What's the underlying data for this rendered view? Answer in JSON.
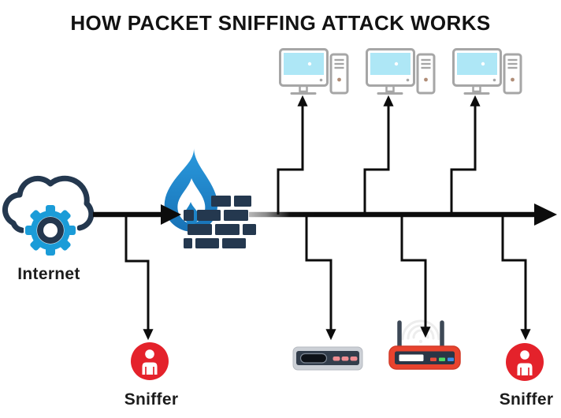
{
  "title": "HOW PACKET SNIFFING ATTACK WORKS",
  "labels": {
    "internet": "Internet",
    "sniffer_left": "Sniffer",
    "sniffer_right": "Sniffer"
  },
  "icons": {
    "internet": "cloud-gear-icon",
    "firewall": "firewall-flame-brick-icon",
    "workstations": [
      "desktop-computer-icon",
      "desktop-computer-icon",
      "desktop-computer-icon"
    ],
    "switch": "network-switch-icon",
    "router": "wifi-router-icon",
    "sniffer_left": "attacker-person-icon",
    "sniffer_right": "attacker-person-icon"
  },
  "colors": {
    "background": "#ffffff",
    "line_black": "#0c0c0c",
    "navy": "#24384f",
    "gear_blue": "#1b9cd8",
    "flame_blue": "#1d84c8",
    "sniffer_red": "#e4222b",
    "router_red": "#e8432e",
    "screen_cyan": "#aee7f6",
    "device_gray": "#a6a6a6"
  }
}
